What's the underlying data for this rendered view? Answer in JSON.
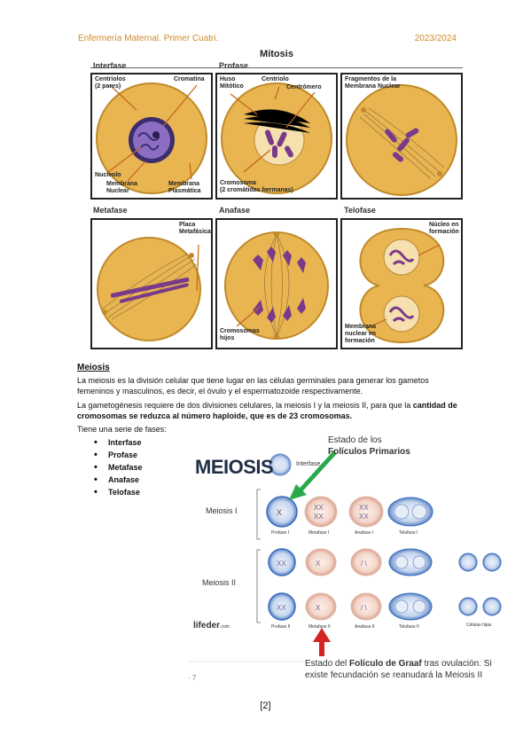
{
  "header": {
    "left": "Enfermería Maternal. Primer Cuatri.",
    "right": "2023/2024"
  },
  "mitosis_figure": {
    "title": "Mitosis",
    "phases": [
      "Interfase",
      "Profase",
      "Metafase",
      "Anafase",
      "Telofase"
    ],
    "labels": {
      "centriolos": "Centriolos\n(2 pares)",
      "cromatina": "Cromatina",
      "nucleolo": "Nucleolo",
      "membrana_nuclear": "Membrana\nNuclear",
      "membrana_plasmatica": "Membrana\nPlasmática",
      "huso": "Huso\nMitótico",
      "centriolo": "Centriolo",
      "centromero": "Centrómero",
      "cromosoma": "Cromosoma\n(2 cromátidas hermanas)",
      "fragmentos": "Fragmentos de la\nMembrana Nuclear",
      "placa": "Placa\nMetafásica",
      "cromosomas_hijos": "Cromosomas\nhijos",
      "nucleo_formacion": "Núcleo en\nformación",
      "membrana_formacion": "Membrana\nnuclear en\nformación"
    }
  },
  "section": {
    "heading": "Meiosis",
    "p1": "La meiosis es la división celular que tiene lugar en las células germinales para generar los gametos femeninos y masculinos, es decir, el óvulo y el espermatozoide respectivamente.",
    "p2_start": "La gametogénesis requiere de dos divisiones celulares, la meiosis I y la meiosis II, para que la ",
    "p2_bold": "cantidad de cromosomas se reduzca al número haploide, que es de 23 cromosomas.",
    "fases_intro": "Tiene una serie de fases:",
    "fases": [
      "Interfase",
      "Profase",
      "Metafase",
      "Anafase",
      "Telofase"
    ]
  },
  "meiosis_figure": {
    "title": "MEIOSIS",
    "interfase": "Interfase",
    "meiosis1": "Meiosis I",
    "meiosis2": "Meiosis II",
    "row1_labels": [
      "Profase I",
      "Metafase I",
      "Anafase I",
      "Telofase I"
    ],
    "row2_labels": [
      "Profase II",
      "Metafase II",
      "Anafase II",
      "Telofase II",
      "Células hijas"
    ],
    "logo": "lifeder",
    "logo_sub": ".com",
    "note_top_1": "Estado de los",
    "note_top_2": "Folículos Primarios",
    "note_bottom_1a": "Estado del ",
    "note_bottom_1b": "Folículo de Graaf",
    "note_bottom_1c": " tras ovulación. Si",
    "note_bottom_2": "existe fecundación se reanudará la Meiosis II",
    "small_page": "· 7",
    "colors": {
      "green_arrow": "#2aa84a",
      "red_arrow": "#d42424"
    }
  },
  "footer": {
    "page": "[2]"
  }
}
